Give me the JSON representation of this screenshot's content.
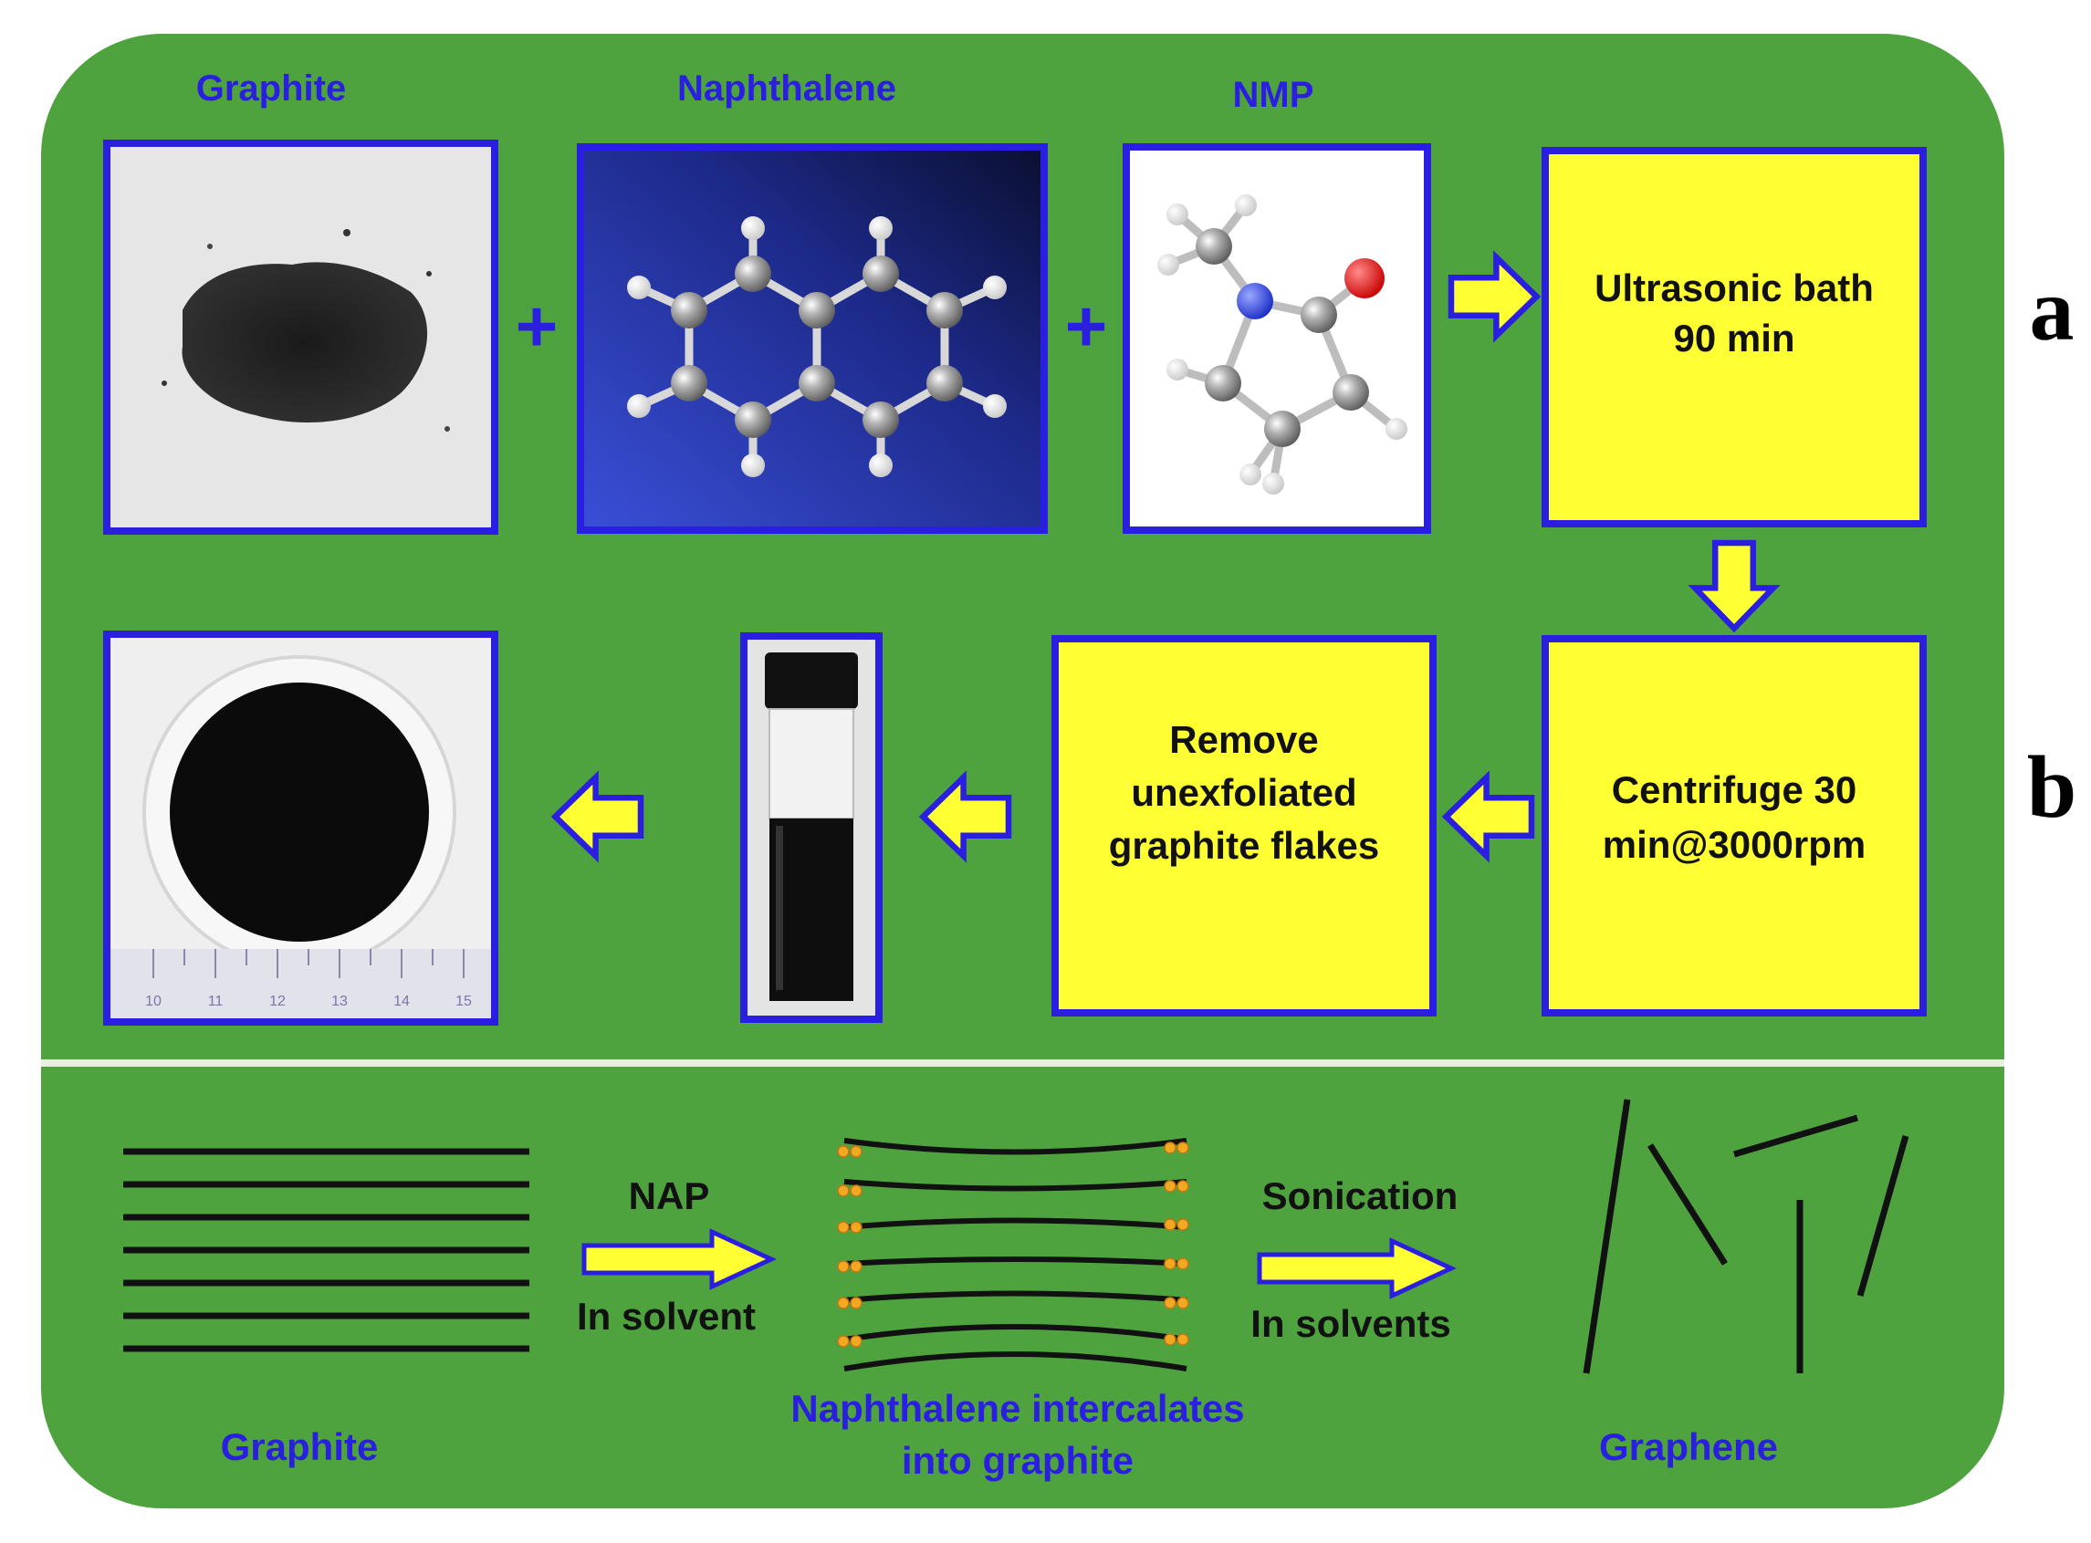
{
  "colors": {
    "panel_green": "#4fa33e",
    "frame_blue": "#2a1fe0",
    "box_yellow": "#ffff33",
    "arrow_yellow": "#ffff33",
    "label_blue": "#2a1fe0",
    "ink_black": "#111111",
    "divider": "#e8f0e0"
  },
  "top": {
    "headers": {
      "graphite": "Graphite",
      "naphthalene": "Naphthalene",
      "nmp": "NMP"
    },
    "plus_sign": "+",
    "step_sonication": {
      "line1": "Ultrasonic bath",
      "line2": "90 min"
    },
    "step_centrifuge": {
      "line1": "Centrifuge 30",
      "line2": "min@3000rpm"
    },
    "step_remove": {
      "line1": "Remove",
      "line2": "unexfoliated",
      "line3": "graphite flakes"
    },
    "ruler_ticks": [
      "10",
      "11",
      "12",
      "13",
      "14",
      "15"
    ],
    "row_label_a": "a",
    "row_label_b": "b"
  },
  "bottom": {
    "arrow1_top": "NAP",
    "arrow1_bottom": "In solvent",
    "arrow2_top": "Sonication",
    "arrow2_bottom": "In solvents",
    "caption_graphite": "Graphite",
    "caption_intercalate_line1": "Naphthalene intercalates",
    "caption_intercalate_line2": "into graphite",
    "caption_graphene": "Graphene"
  },
  "icons": {
    "graphite_photo": "graphite-powder-photo",
    "naphthalene_model": "naphthalene-molecule-model",
    "nmp_model": "nmp-molecule-model",
    "vial_photo": "dispersion-vial-photo",
    "film_photo": "graphene-film-photo",
    "flow_arrow": "block-arrow-icon"
  }
}
